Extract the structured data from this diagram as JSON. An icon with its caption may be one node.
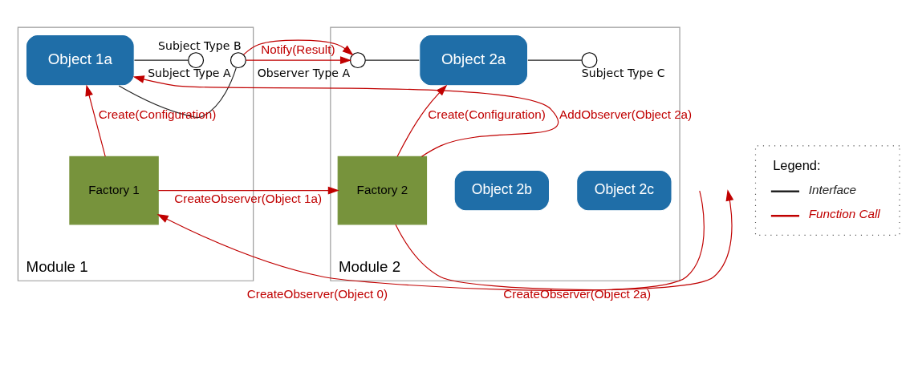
{
  "diagram": {
    "nodes": [
      {
        "text": [
          "Module 1"
        ]
      },
      {
        "text": [
          "Object 1a"
        ],
        "in": 0
      },
      {
        "text": [
          "Factory 1"
        ],
        "in": 0
      },
      {
        "text": [
          "Module 2"
        ]
      },
      {
        "text": [
          "Object 2c"
        ],
        "in": 3
      },
      {
        "text": [
          "Object 2b"
        ],
        "in": 3
      },
      {
        "text": [
          "Object 2a"
        ],
        "in": 3
      },
      {
        "text": [
          "Factory 2"
        ],
        "in": 3
      },
      {
        "text": [],
        "shape": "circle",
        "beside": [
          "Subject Type A"
        ],
        "in": 0
      },
      {
        "text": [],
        "shape": "circle",
        "beside": [
          "Subject Type B"
        ],
        "in": 0
      },
      {
        "text": [],
        "shape": "circle",
        "beside": [
          "Observer Type A"
        ],
        "in": 3
      },
      {
        "text": [],
        "shape": "circle",
        "beside": [
          "Subject Type C"
        ],
        "in": 3
      }
    ],
    "edges": [
      {
        "from": 1,
        "to": 8,
        "arrow": "none",
        "color": "#222222"
      },
      {
        "from": 1,
        "to": 9,
        "arrow": "none",
        "color": "#222222"
      },
      {
        "from": 10,
        "to": 6,
        "arrow": "none",
        "color": "#222222"
      },
      {
        "from": 6,
        "to": 11,
        "arrow": "none",
        "color": "#222222"
      },
      {
        "from": 8,
        "to": 10,
        "arrow": "to",
        "label": "Notify(Result)"
      },
      {
        "from": 2,
        "to": 1,
        "arrow": "to",
        "label": "Create(Configuration)"
      },
      {
        "from": 7,
        "to": 6,
        "arrow": "to",
        "label": "Create(Configuration)"
      },
      {
        "from": 7,
        "to": 1,
        "arrow": "to",
        "label": "AddObserver(Object 2a)"
      },
      {
        "from": null,
        "to": 2,
        "arrow": "to",
        "label": "CreateObserver(Object 0)"
      },
      {
        "from": 2,
        "to": 7,
        "arrow": "to",
        "label": "CreateObserver(Object 1a)"
      },
      {
        "from": 7,
        "to": null,
        "arrow": "to",
        "label": "CreateObserver(Object 2a)"
      }
    ],
    "labels": [
      "Legend:"
    ],
    "legend": [
      {
        "text": "Interface"
      },
      {
        "text": "Function Call"
      }
    ]
  }
}
